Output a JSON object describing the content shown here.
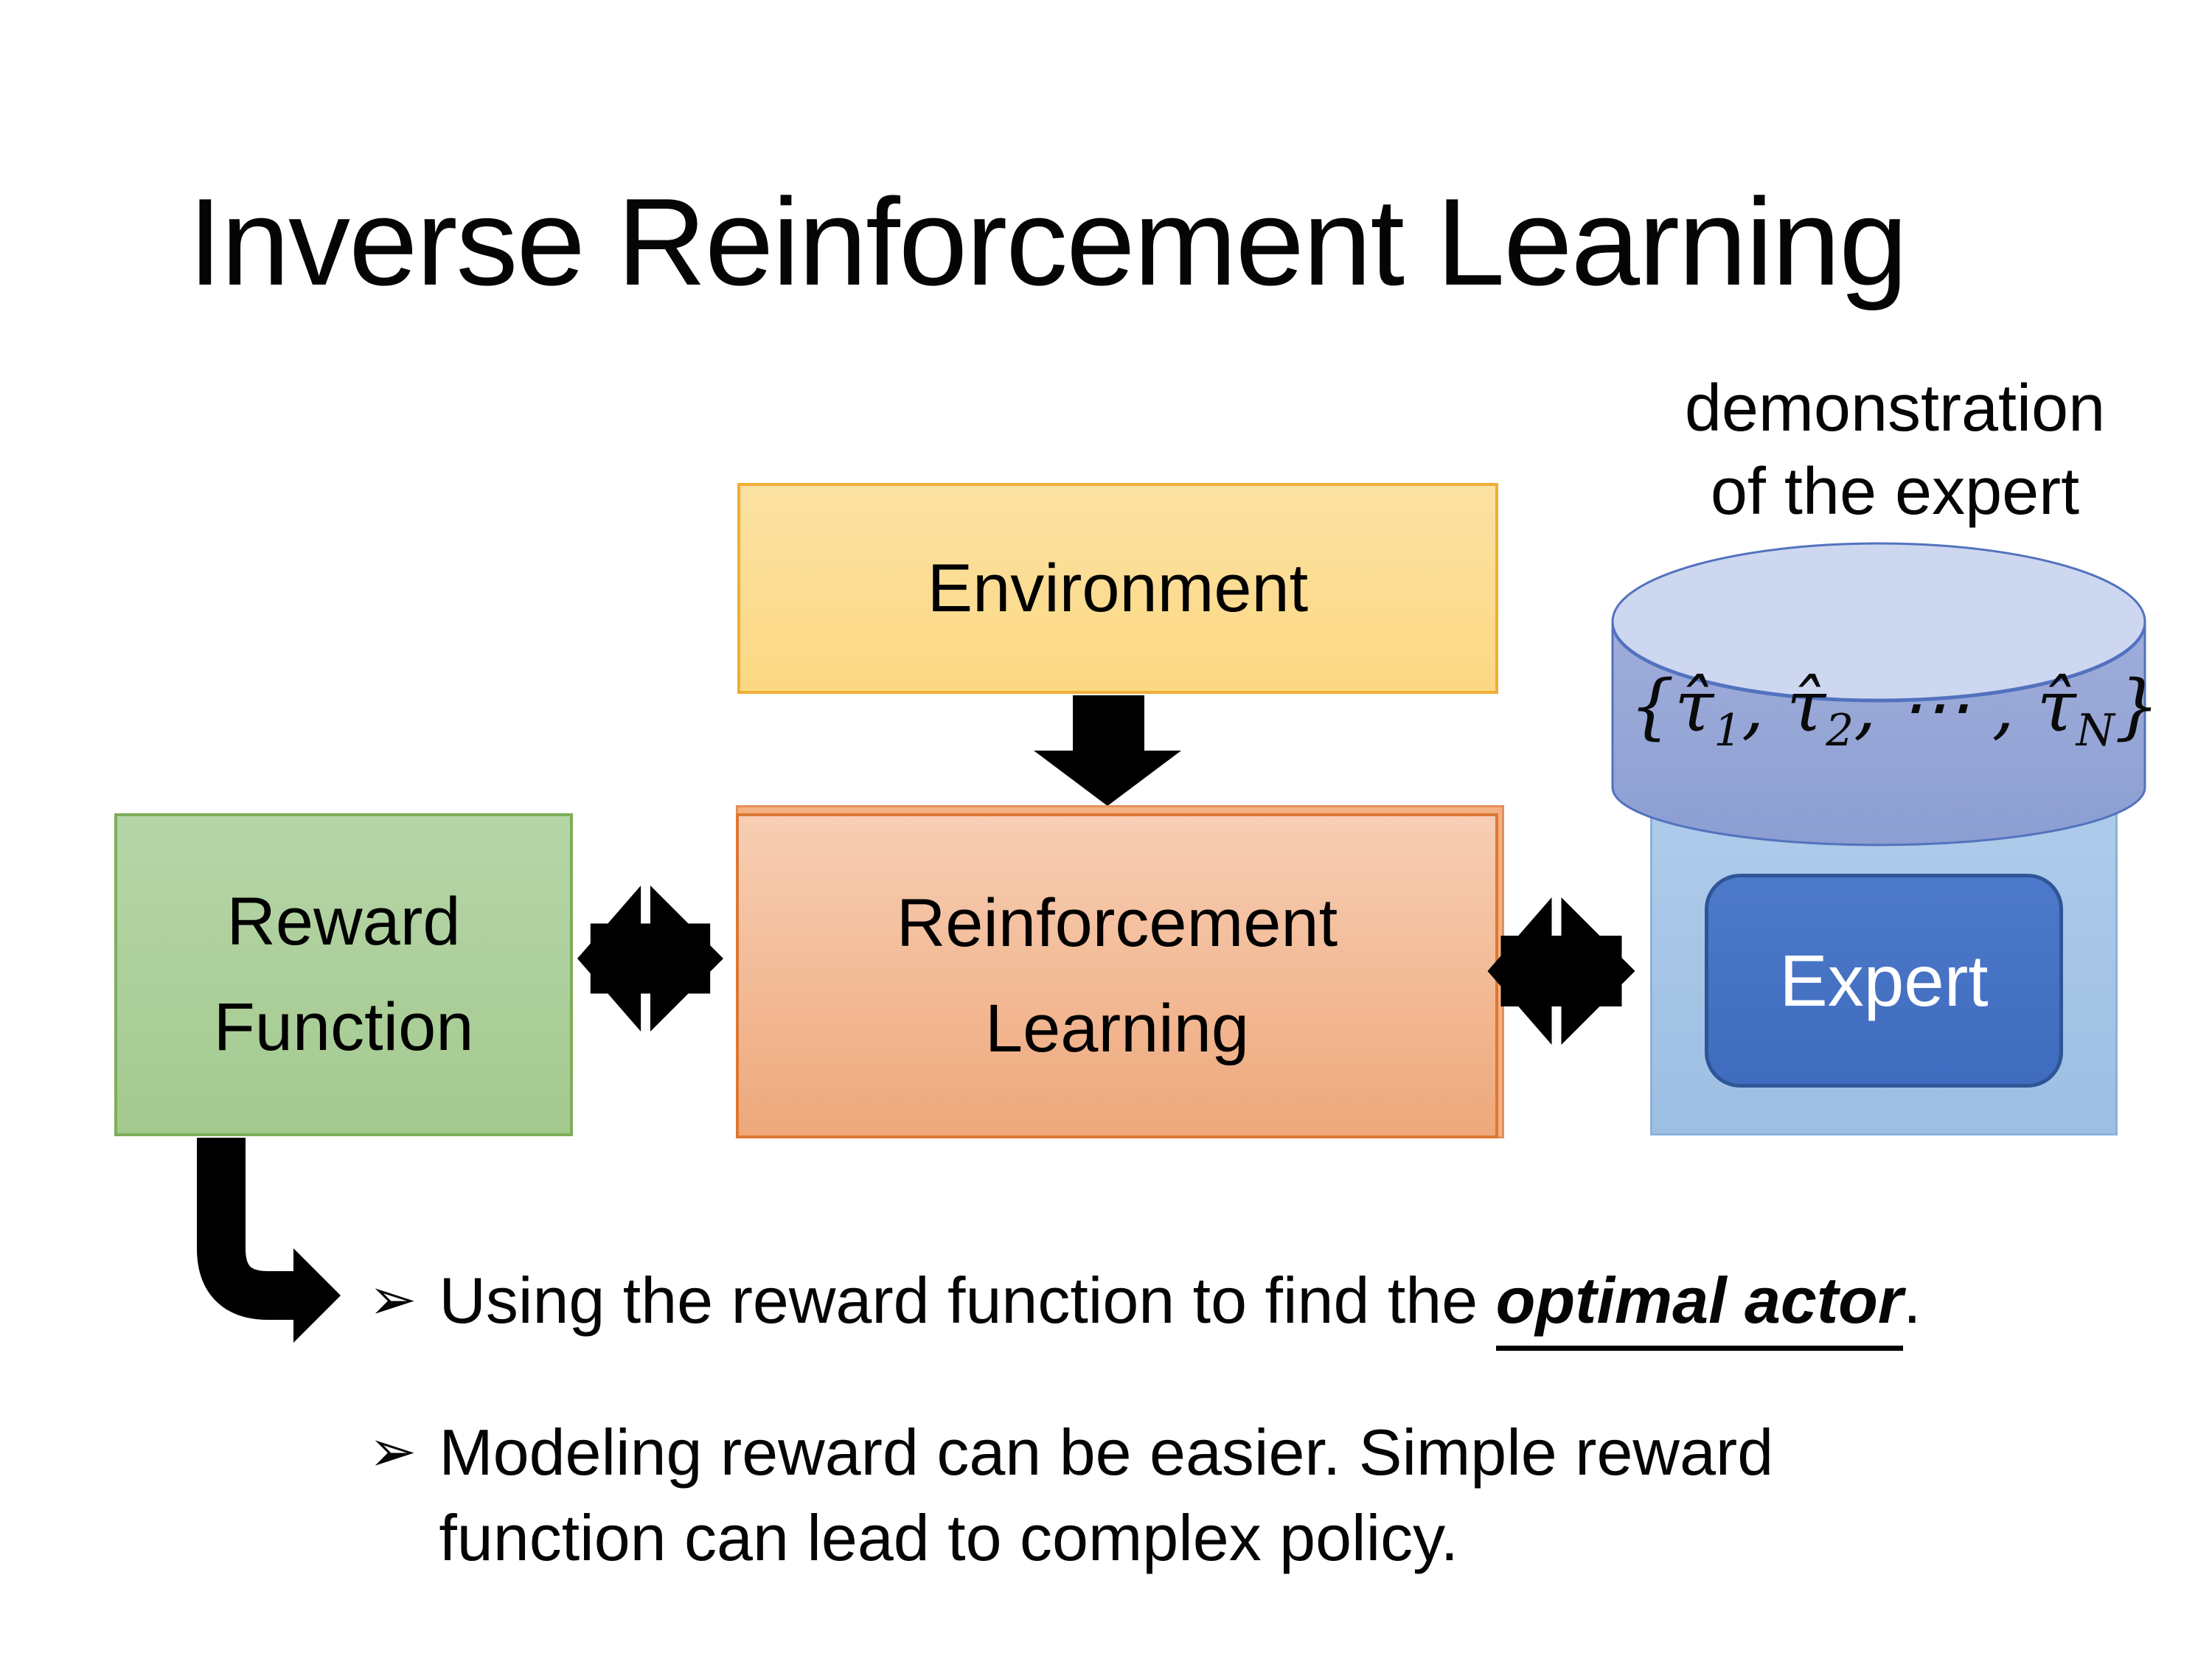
{
  "slide": {
    "title": "Inverse Reinforcement Learning",
    "demo_label": {
      "line1": "demonstration",
      "line2": "of the expert"
    },
    "boxes": {
      "environment": "Environment",
      "reward_function": {
        "line1": "Reward",
        "line2": "Function"
      },
      "reinforcement_learning": {
        "line1": "Reinforcement",
        "line2": "Learning"
      },
      "expert": "Expert"
    },
    "formula_segments": [
      {
        "v": "{"
      },
      {
        "v": "τ̂"
      },
      {
        "v": "1",
        "sub": true
      },
      {
        "v": ", "
      },
      {
        "v": "τ̂"
      },
      {
        "v": "2",
        "sub": true
      },
      {
        "v": ", ⋯ , "
      },
      {
        "v": "τ̂"
      },
      {
        "v": "N",
        "sub": true
      },
      {
        "v": "}"
      }
    ],
    "bullets": [
      {
        "marker": "➢",
        "segments": [
          {
            "v": "Using the reward function to find the "
          },
          {
            "v": "optimal actor",
            "em": true
          },
          {
            "v": "."
          }
        ]
      },
      {
        "marker": "➢",
        "segments": [
          {
            "v": "Modeling reward can be easier. Simple reward"
          },
          {
            "br": true
          },
          {
            "v": "function can lead to complex policy."
          }
        ]
      }
    ],
    "colors": {
      "environment_fill_top": "#FBE1A2",
      "environment_fill_bottom": "#FCD883",
      "environment_border": "#F0AE35",
      "rl_fill_top": "#F7CEB4",
      "rl_fill_bottom": "#EEA87B",
      "rl_border": "#DD7832",
      "reward_fill_top": "#B6D5A7",
      "reward_fill_bottom": "#A4CA90",
      "reward_border": "#7EAE59",
      "expert_container_fill": "#A6C6E7",
      "expert_container_border": "#8CB0DA",
      "expert_button_fill": "#4472C4",
      "expert_button_border": "#2E5596",
      "expert_button_text": "#FFFFFF",
      "cylinder_body_top": "#9FADDA",
      "cylinder_body_bottom": "#8C9ED2",
      "cylinder_top_fill": "#CDD7F0",
      "cylinder_outline": "#5272BE",
      "arrow_color": "#000000",
      "text_color": "#050505",
      "background": "#FFFFFF"
    }
  }
}
